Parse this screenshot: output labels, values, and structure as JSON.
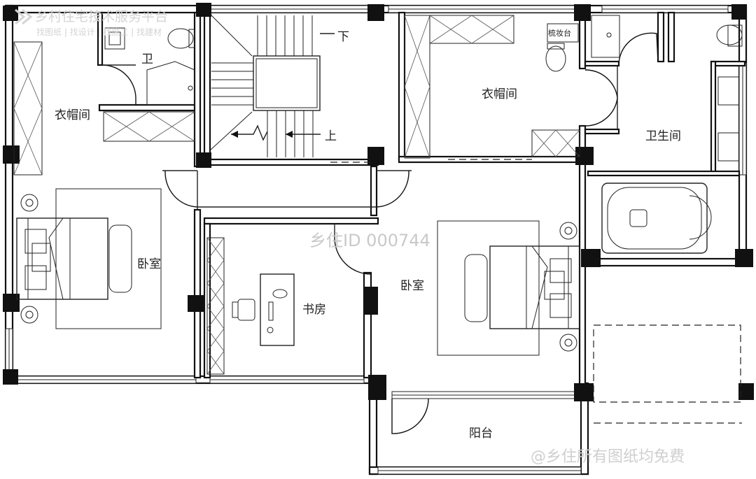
{
  "watermark_top": {
    "title": "乡村住宅技术服务平台",
    "subtitle": "找图纸 | 找设计 | 找施工 | 找建材"
  },
  "watermark_center": "乡住ID 000744",
  "watermark_bottom": "@乡住所有图纸均免费",
  "rooms": {
    "bath_small": "卫",
    "wardrobe_left": "衣帽间",
    "bedroom_left": "卧室",
    "stair_down": "下",
    "stair_up": "上",
    "study": "书房",
    "wardrobe_right": "衣帽间",
    "vanity": "梳妆台",
    "bathroom_right": "卫生间",
    "bedroom_right": "卧室",
    "balcony": "阳台"
  }
}
